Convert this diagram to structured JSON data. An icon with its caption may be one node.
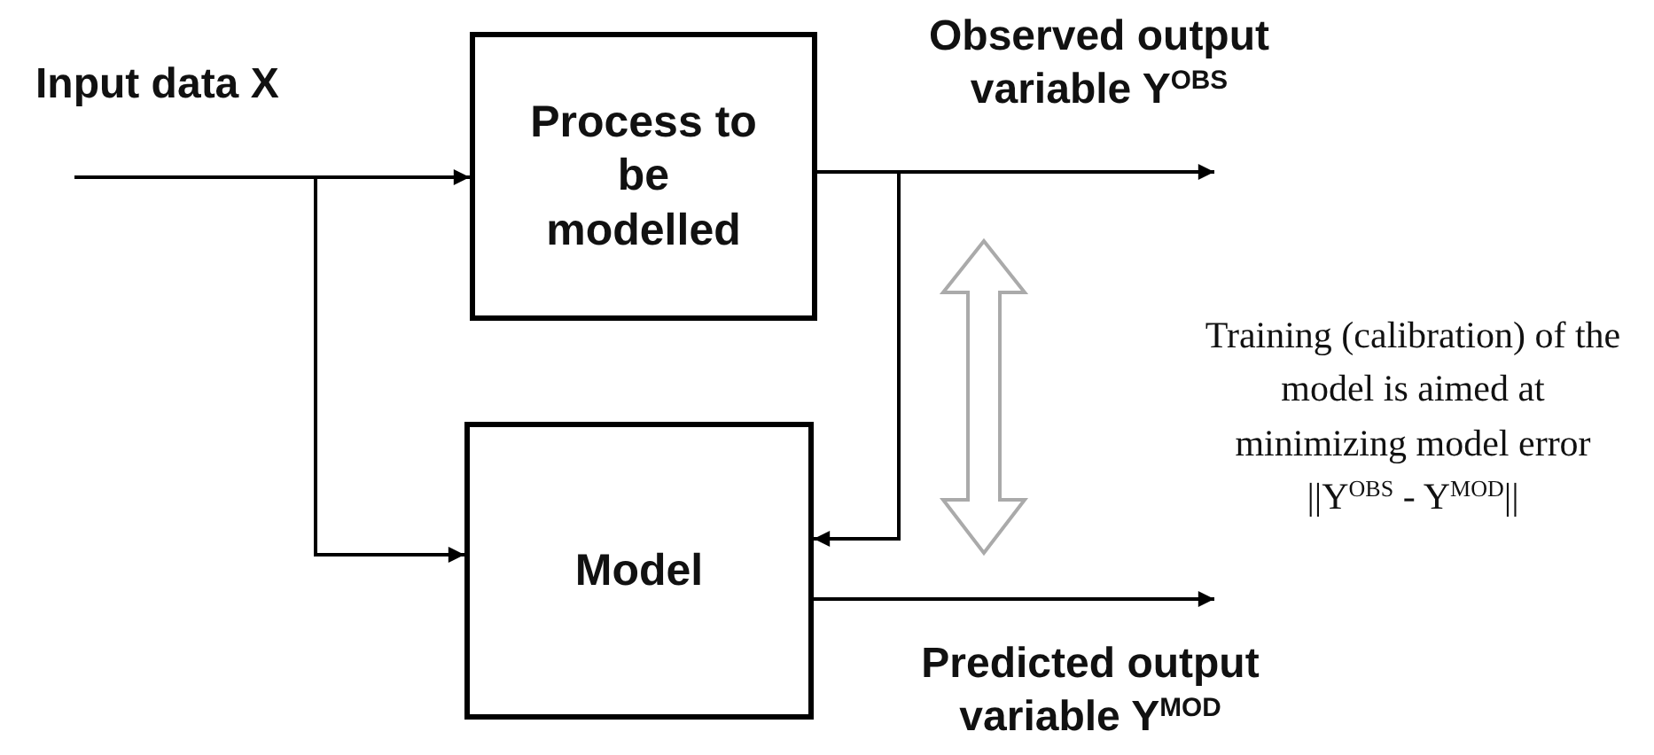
{
  "diagram": {
    "nodes": [
      {
        "text": [
          "Process to be modelled"
        ]
      },
      {
        "text": [
          "Model"
        ]
      }
    ],
    "edges": [
      {
        "from": null,
        "to": 0,
        "arrow": "to"
      },
      {
        "from": null,
        "to": 1,
        "arrow": "to"
      },
      {
        "from": 0,
        "to": null,
        "arrow": "to"
      },
      {
        "from": 0,
        "to": 1,
        "arrow": "to"
      },
      {
        "from": 1,
        "to": null,
        "arrow": "to"
      }
    ],
    "labels": [
      "Input data X",
      "Observed output variable Y$^{OBS}$",
      "Training (calibration) of the model is aimed at minimizing model error ||Y$^{OBS}$ - Y$^{MOD}$||",
      "Predicted output variable Y$^{MOD}$"
    ]
  }
}
